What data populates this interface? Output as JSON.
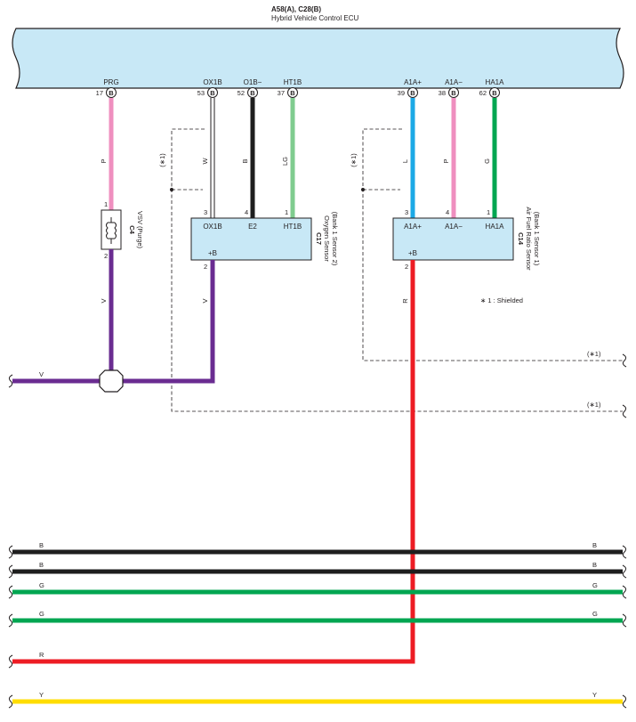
{
  "ecu": {
    "code": "A58(A), C28(B)",
    "name": "Hybrid Vehicle Control ECU"
  },
  "ecu_terminals": [
    {
      "name": "PRG",
      "pin": "17",
      "conn": "B"
    },
    {
      "name": "OX1B",
      "pin": "53",
      "conn": "B"
    },
    {
      "name": "O1B−",
      "pin": "52",
      "conn": "B"
    },
    {
      "name": "HT1B",
      "pin": "37",
      "conn": "B"
    },
    {
      "name": "A1A+",
      "pin": "39",
      "conn": "B"
    },
    {
      "name": "A1A−",
      "pin": "38",
      "conn": "B"
    },
    {
      "name": "HA1A",
      "pin": "62",
      "conn": "B"
    }
  ],
  "wire_colors": {
    "P": "#ef8fbf",
    "W": "#ffffff",
    "B": "#1e1e1e",
    "LG": "#7fcc8f",
    "L": "#1ca9e6",
    "G": "#00a651",
    "V": "#6a2c91",
    "R": "#ed1c24",
    "Y": "#ffdd00",
    "component_fill": "#c8e8f6"
  },
  "wire_labels": {
    "prg": "P",
    "ox1b": "W",
    "o1b": "B",
    "ht1b": "LG",
    "a1ap": "L",
    "a1am": "P",
    "ha1a": "G",
    "vsv_out": "V",
    "c17_out": "V",
    "c14_out": "R",
    "bus_v": "V"
  },
  "vsv": {
    "code": "C4",
    "name": "VSV (Purge)",
    "pin_in": "1",
    "pin_out": "2"
  },
  "c17": {
    "code": "C17",
    "name": "Oxygen Sensor",
    "sub": "(Bank 1 Sensor 2)",
    "pins": [
      {
        "pin": "3",
        "label": "OX1B"
      },
      {
        "pin": "4",
        "label": "E2"
      },
      {
        "pin": "1",
        "label": "HT1B"
      }
    ],
    "supply_label": "+B",
    "supply_pin": "2"
  },
  "c14": {
    "code": "C14",
    "name": "Air Fuel Ratio Sensor",
    "sub": "(Bank 1 Sensor 1)",
    "pins": [
      {
        "pin": "3",
        "label": "A1A+"
      },
      {
        "pin": "4",
        "label": "A1A−"
      },
      {
        "pin": "1",
        "label": "HA1A"
      }
    ],
    "supply_label": "+B",
    "supply_pin": "2"
  },
  "shield": {
    "mark": "(∗1)",
    "legend": "∗ 1 : Shielded"
  },
  "buses": [
    {
      "left": "B",
      "right": "B"
    },
    {
      "left": "B",
      "right": "B"
    },
    {
      "left": "G",
      "right": "G"
    },
    {
      "left": "G",
      "right": "G"
    },
    {
      "left": "R",
      "right": ""
    },
    {
      "left": "Y",
      "right": "Y"
    }
  ]
}
